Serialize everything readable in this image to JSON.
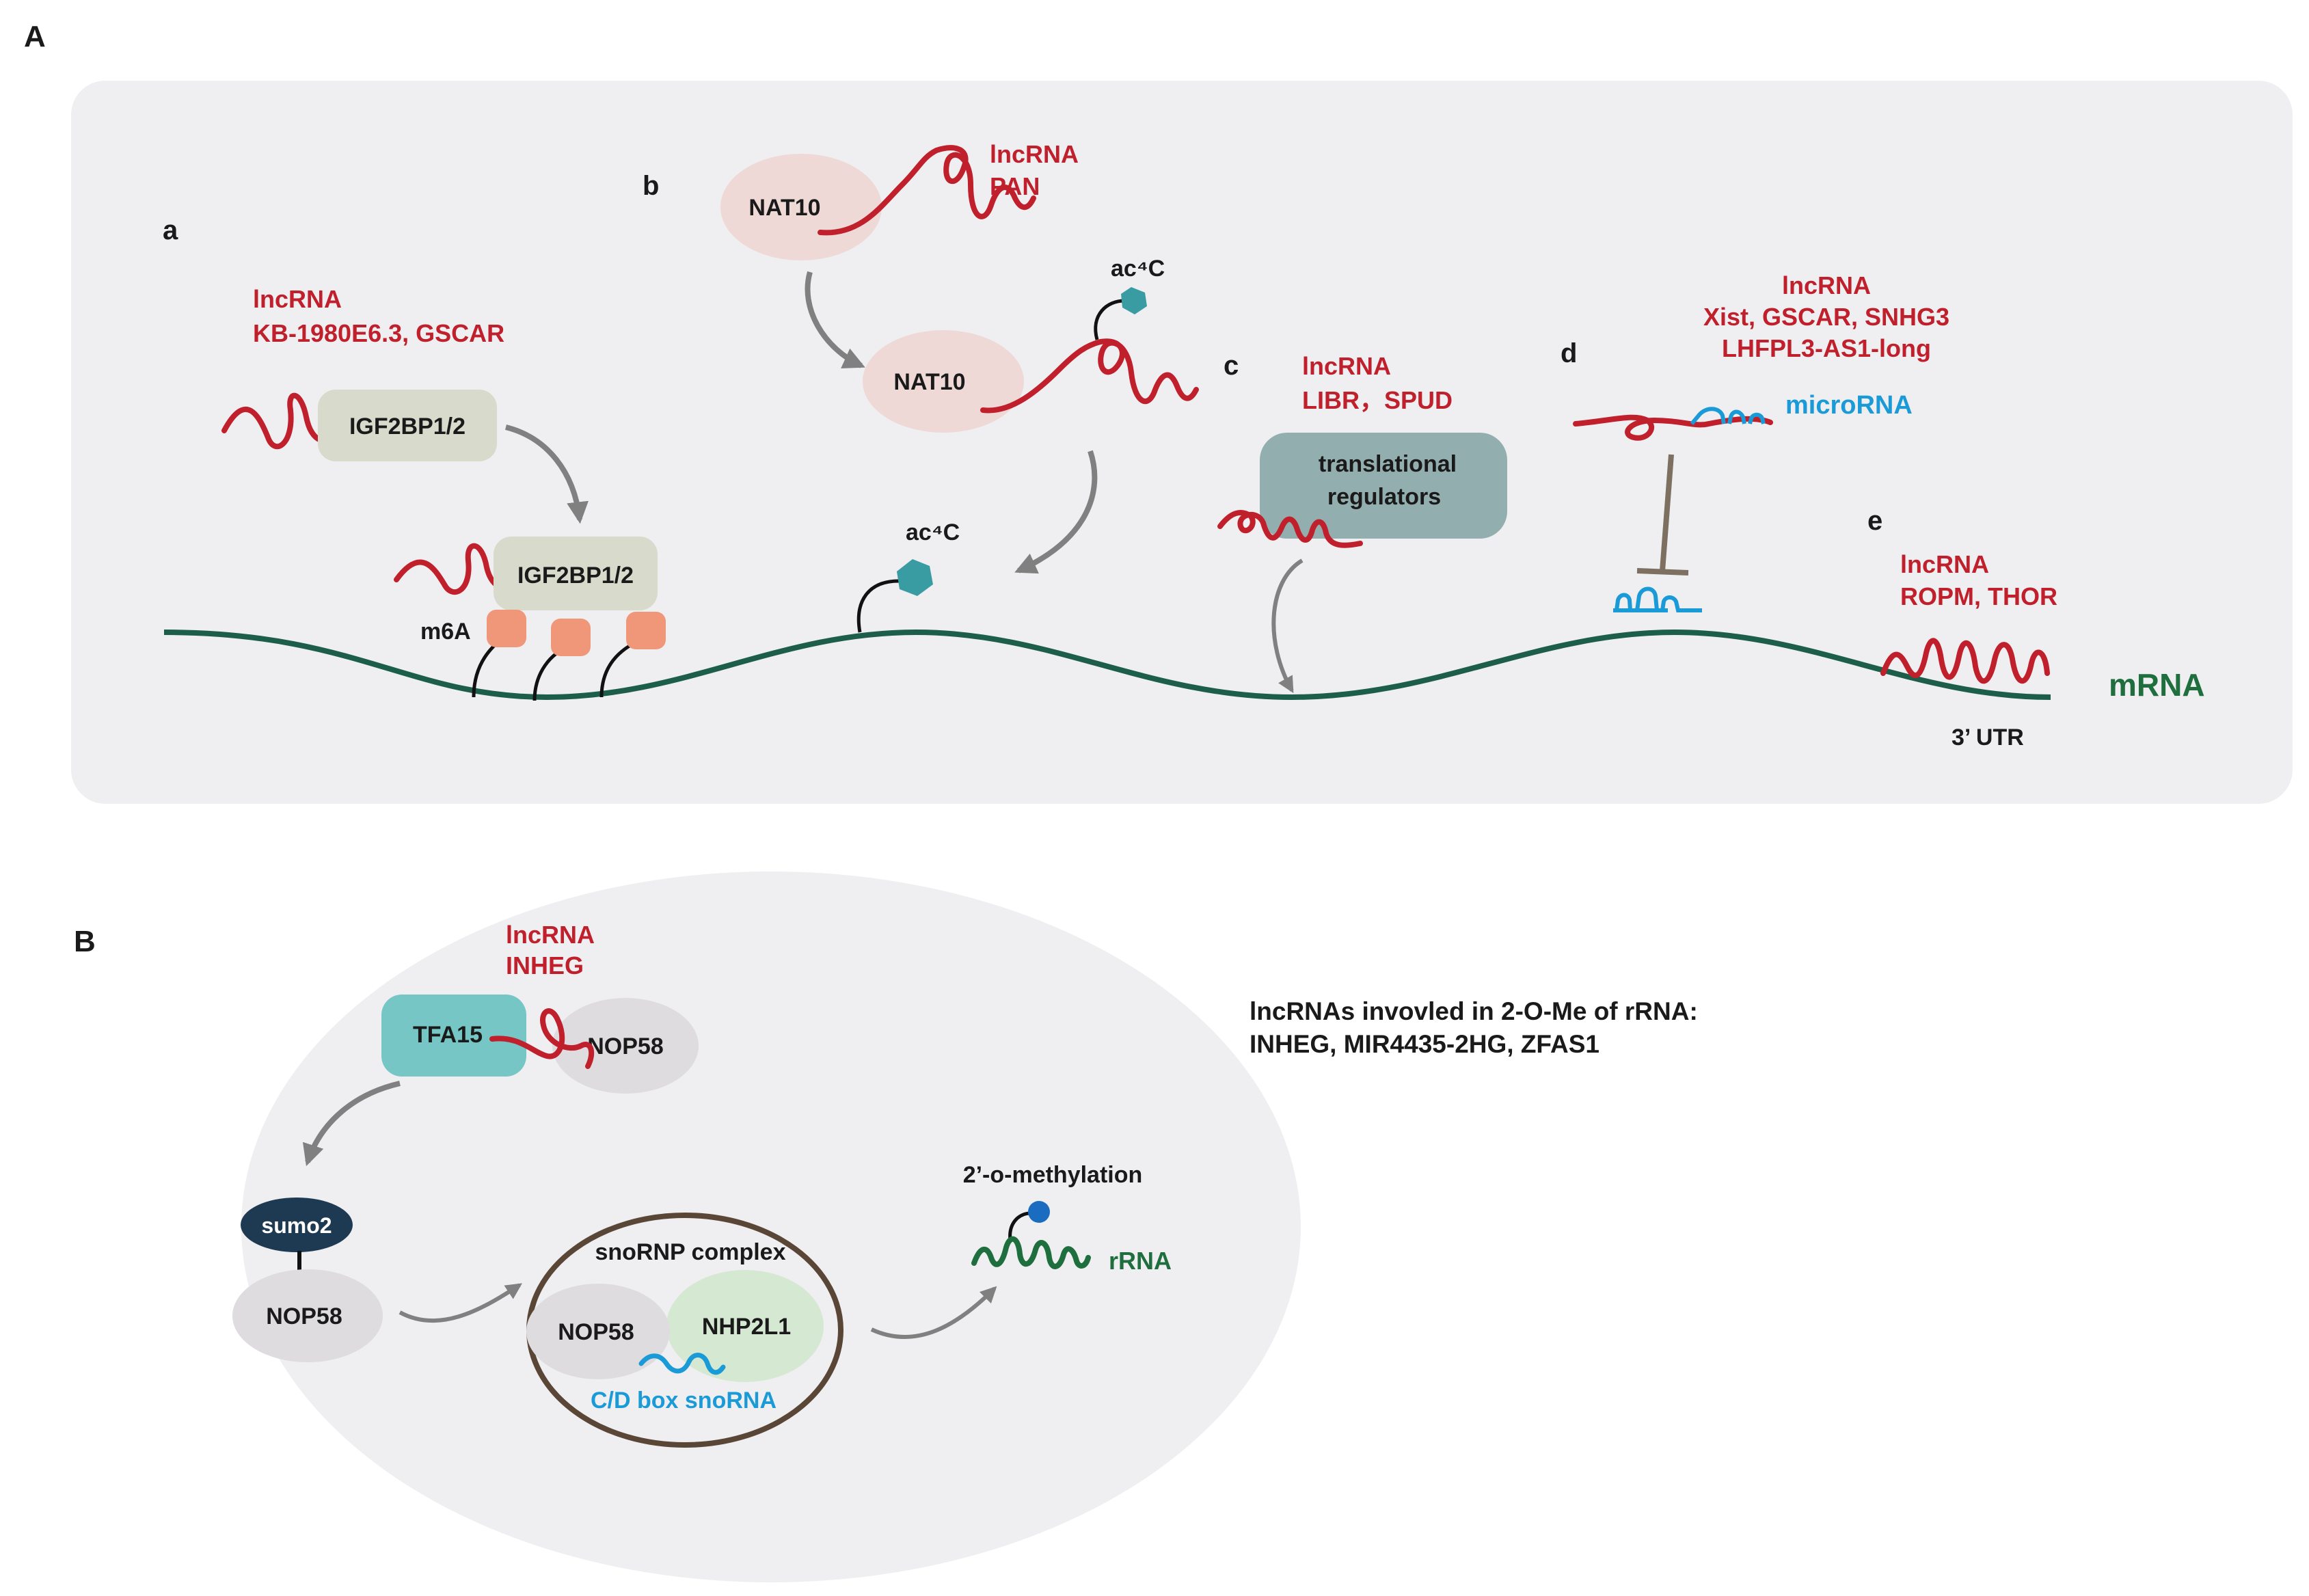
{
  "panel_A": {
    "label": "A",
    "a": {
      "label": "a",
      "lncrna_label": "lncRNA",
      "lncrna_names": "KB-1980E6.3, GSCAR",
      "protein_top": "IGF2BP1/2",
      "protein_bottom": "IGF2BP1/2",
      "m6a_label": "m6A"
    },
    "b": {
      "label": "b",
      "protein_top": "NAT10",
      "protein_mid": "NAT10",
      "lncrna_label": "lncRNA",
      "lncrna_names": "PAN",
      "ac4c_label_top": "ac⁴C",
      "ac4c_label_bottom": "ac⁴C"
    },
    "c": {
      "label": "c",
      "lncrna_label": "lncRNA",
      "lncrna_names": "LIBR，SPUD",
      "box_line1": "translational",
      "box_line2": "regulators"
    },
    "d": {
      "label": "d",
      "lncrna_label": "lncRNA",
      "lncrna_names_line1": "Xist, GSCAR, SNHG3",
      "lncrna_names_line2": "LHFPL3-AS1-long",
      "microrna_label": "microRNA"
    },
    "e": {
      "label": "e",
      "lncrna_label": "lncRNA",
      "lncrna_names": "ROPM, THOR",
      "utr_label": "3’ UTR"
    },
    "mrna_label": "mRNA"
  },
  "panel_B": {
    "label": "B",
    "lncrna_label": "lncRNA",
    "lncrna_name": "INHEG",
    "tfa15": "TFA15",
    "nop58_top": "NOP58",
    "sumo2": "sumo2",
    "nop58_left": "NOP58",
    "complex_title": "snoRNP complex",
    "complex_nop58": "NOP58",
    "complex_nhp2l1": "NHP2L1",
    "snorna_label": "C/D box snoRNA",
    "methylation_label": "2’-o-methylation",
    "rrna_label": "rRNA",
    "side_note_line1": "lncRNAs invovled in 2-O-Me of rRNA:",
    "side_note_line2": "INHEG, MIR4435-2HG, ZFAS1"
  },
  "colors": {
    "panel_bg": "#efeef1",
    "lncrna_red": "#c0202b",
    "mrna_green": "#1c5e4a",
    "microrna_blue": "#1a9ad6",
    "igf2bp_box": "#d8dbcc",
    "nat10_ellipse": "#efd9d6",
    "m6a_marker": "#f0977a",
    "ac4c_hexagon": "#3a9ca3",
    "translational_box": "#93aeaf",
    "tfa15_box": "#76c6c5",
    "sumo2_fill": "#1d3a52",
    "nhp2l1_fill": "#d5e8d2",
    "nop58_fill": "#dedcdf",
    "arrow_gray": "#808080"
  }
}
